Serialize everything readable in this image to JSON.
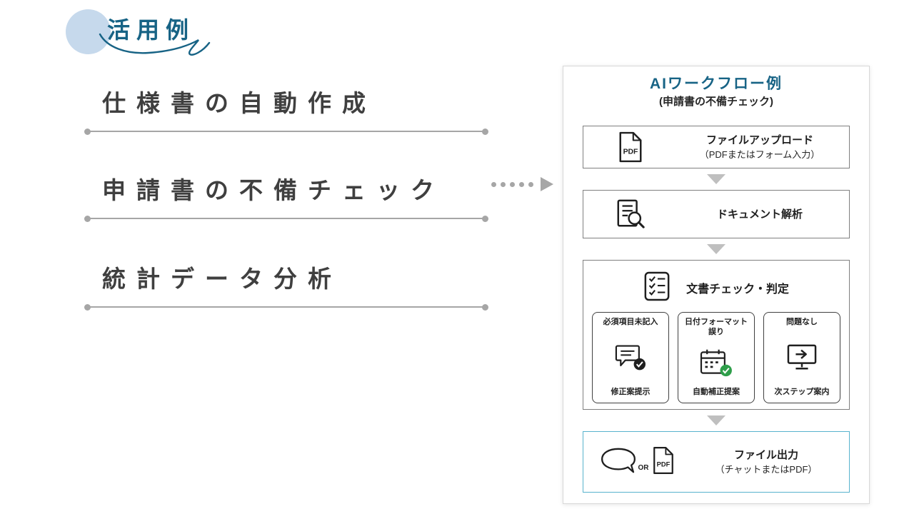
{
  "colors": {
    "accent": "#176385",
    "accent_light": "#58b3cd",
    "divider_gray": "#a6a6a6",
    "flow_arrow_gray": "#bfbfbf",
    "heading_text": "#3f3f3f",
    "body_text": "#1f1f1f",
    "check_green": "#2e9e4a",
    "title_circle": "#c6d9ec"
  },
  "header": {
    "title": "活用例"
  },
  "use_cases": {
    "items": [
      {
        "label": "仕様書の自動作成"
      },
      {
        "label": "申請書の不備チェック"
      },
      {
        "label": "統計データ分析"
      }
    ]
  },
  "workflow": {
    "title": "AIワークフロー例",
    "subtitle": "(申請書の不備チェック)",
    "steps": {
      "upload": {
        "title": "ファイルアップロード",
        "subtitle": "（PDFまたはフォーム入力）"
      },
      "analyze": {
        "title": "ドキュメント解析"
      },
      "check": {
        "title": "文書チェック・判定",
        "branches": [
          {
            "top": "必須項目未記入",
            "bottom": "修正案提示"
          },
          {
            "top": "日付フォーマット誤り",
            "bottom": "自動補正提案"
          },
          {
            "top": "問題なし",
            "bottom": "次ステップ案内"
          }
        ]
      },
      "output": {
        "or_label": "OR",
        "title": "ファイル出力",
        "subtitle": "（チャットまたはPDF）"
      }
    }
  },
  "icons": {
    "pdf_label": "PDF"
  }
}
